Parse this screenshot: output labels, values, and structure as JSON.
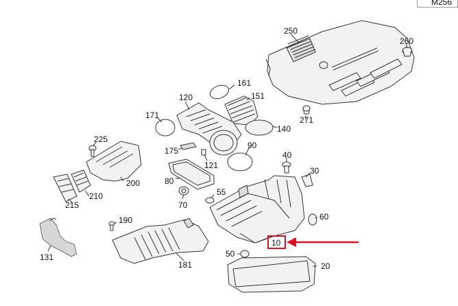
{
  "model_label": "M256",
  "highlight": {
    "part": "10",
    "color": "#e0101e"
  },
  "labels": {
    "p250": "250",
    "p260": "260",
    "p161": "161",
    "p120": "120",
    "p151": "151",
    "p171": "171",
    "p271": "271",
    "p140": "140",
    "p225": "225",
    "p175": "175",
    "p90": "90",
    "p121": "121",
    "p40": "40",
    "p30": "30",
    "p80": "80",
    "p200": "200",
    "p55": "55",
    "p215": "215",
    "p210": "210",
    "p70": "70",
    "p190": "190",
    "p60": "60",
    "p131": "131",
    "p10": "10",
    "p50": "50",
    "p181": "181",
    "p20": "20"
  }
}
